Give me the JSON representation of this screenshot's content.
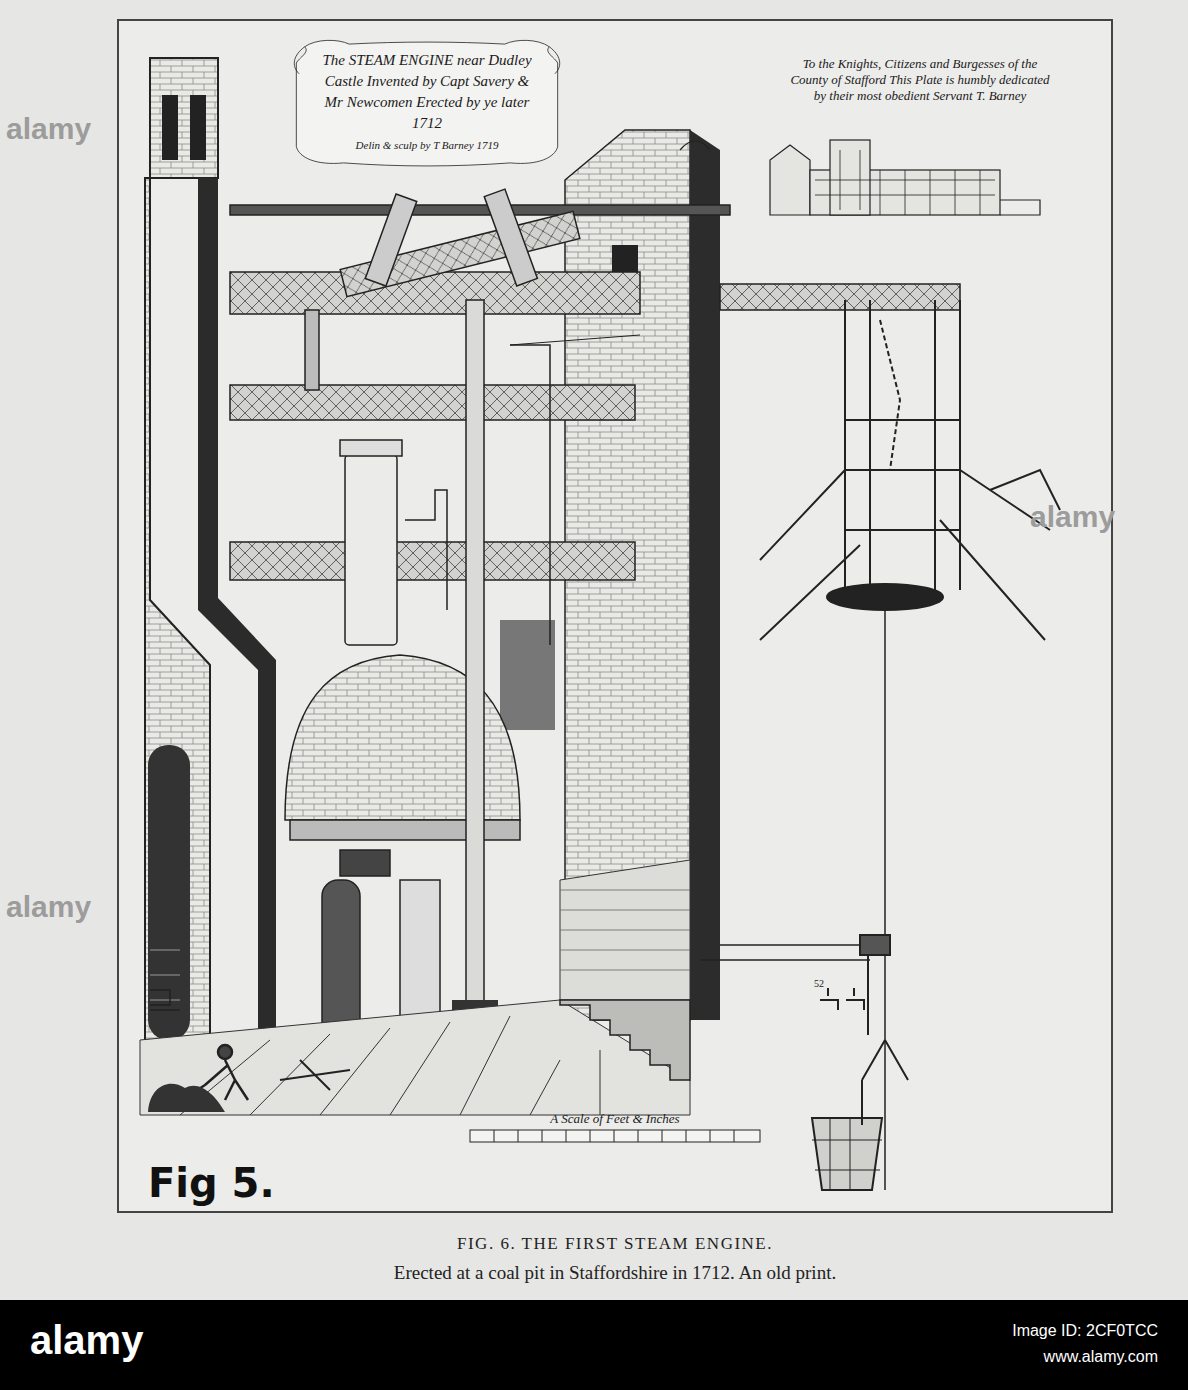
{
  "diagram": {
    "title": "FIG. 6. THE FIRST STEAM ENGINE.",
    "caption": "Erected at a coal pit in Staffordshire in 1712. An old print.",
    "nodes": [
      {
        "text": [
          "The STEAM ENGINE near Dudley Castle Invented by Capt Savery & Mr Newcomen Erected by ye later 1712",
          "Delin & sculp by T Barney 1719"
        ]
      }
    ],
    "labels": [
      "To the Knights, Citizens and Burgesses of the County of Stafford This Plate is humbly dedicated by their most obedient Servant T. Barney",
      "A Scale of Feet & Inches",
      "Fig 5.",
      "52",
      "alamy",
      "alamy",
      "alamy",
      "alamy",
      "Image ID: 2CF0TCC",
      "www.alamy.com"
    ]
  }
}
